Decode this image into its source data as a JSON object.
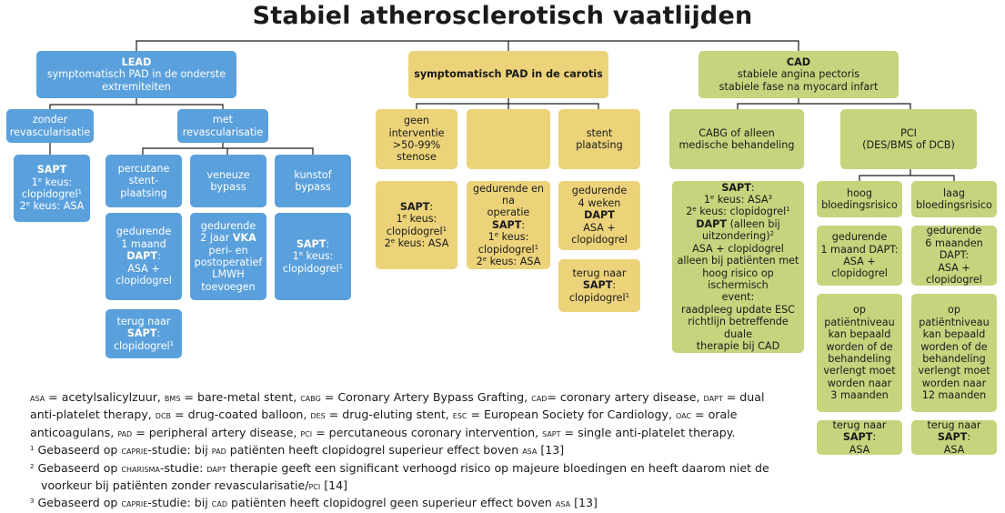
{
  "title": "Stabiel atherosclerotisch vaatlijden",
  "colors": {
    "lead": "#5aa0dc",
    "carotis": "#ecd37a",
    "cad": "#c6d47e",
    "connector": "#1a1a1a"
  },
  "nodes": {
    "lead": {
      "color": "blue",
      "html": "<b>LEAD</b>\nsymptomatisch PAD in de onderste extremiteiten"
    },
    "lead_zonder": {
      "color": "blue",
      "html": "zonder\nrevascularisatie"
    },
    "lead_met": {
      "color": "blue",
      "html": "met\nrevascularisatie"
    },
    "lead_zonder_sapt": {
      "color": "blue",
      "html": "<b>SAPT</b>\n1<sup>e</sup> keus:\nclopidogrel<sup>1</sup>\n2<sup>e</sup> keus: ASA"
    },
    "lead_percutane": {
      "color": "blue",
      "html": "percutane\nstent-\nplaatsing"
    },
    "lead_veneuze": {
      "color": "blue",
      "html": "veneuze\nbypass"
    },
    "lead_kunstof": {
      "color": "blue",
      "html": "kunstof\nbypass"
    },
    "lead_perc_dapt": {
      "color": "blue",
      "html": "gedurende\n1 maand\n<b>DAPT</b>:\nASA +\nclopidogrel"
    },
    "lead_ven_vka": {
      "color": "blue",
      "html": "gedurende\n2 jaar <b>VKA</b>\nperi- en\npostoperatief\nLMWH\ntoevoegen"
    },
    "lead_kun_sapt": {
      "color": "blue",
      "html": "<b>SAPT</b>:\n1<sup>e</sup> keus:\nclopidogrel<sup>1</sup>"
    },
    "lead_perc_terug": {
      "color": "blue",
      "html": "terug naar\n<b>SAPT</b>:\nclopidogrel<sup>1</sup>"
    },
    "carotis": {
      "color": "yellow",
      "html": "<b>symptomatisch PAD in de carotis</b>"
    },
    "car_geen": {
      "color": "yellow",
      "html": "geen\ninterventie\n>50-99%\nstenose"
    },
    "car_mid": {
      "color": "yellow",
      "html": ""
    },
    "car_stent": {
      "color": "yellow",
      "html": "stent\nplaatsing"
    },
    "car_geen_sapt": {
      "color": "yellow",
      "html": "<b>SAPT</b>:\n1<sup>e</sup> keus:\nclopidogrel<sup>1</sup>\n2<sup>e</sup> keus: ASA"
    },
    "car_mid_sapt": {
      "color": "yellow",
      "html": "gedurende en na\noperatie <b>SAPT</b>:\n1<sup>e</sup> keus:\nclopidogrel<sup>1</sup>\n2<sup>e</sup> keus: ASA"
    },
    "car_stent_dapt": {
      "color": "yellow",
      "html": "gedurende\n4 weken <b>DAPT</b>\nASA +\nclopidogrel"
    },
    "car_stent_terug": {
      "color": "yellow",
      "html": "terug naar\n<b>SAPT</b>:\nclopidogrel<sup>1</sup>"
    },
    "cad": {
      "color": "green",
      "html": "<b>CAD</b>\nstabiele angina pectoris\nstabiele fase na myocard infart"
    },
    "cad_cabg": {
      "color": "green",
      "html": "CABG of alleen\nmedische behandeling"
    },
    "cad_pci": {
      "color": "green",
      "html": "PCI\n(DES/BMS of DCB)"
    },
    "cad_cabg_sapt": {
      "color": "green",
      "html": "<b>SAPT</b>:\n1<sup>e</sup> keus: ASA<sup>3</sup>\n2<sup>e</sup> keus: clopidogrel<sup>1</sup>\n<b>DAPT</b> (alleen bij\nuitzondering)<sup>2</sup>\nASA + clopidogrel\nalleen bij patiënten met\nhoog risico op ischermisch\nevent:\nraadpleeg update ESC\nrichtlijn betreffende duale\ntherapie bij CAD"
    },
    "cad_hoog": {
      "color": "green",
      "html": "hoog\nbloedingsrisico"
    },
    "cad_laag": {
      "color": "green",
      "html": "laag\nbloedingsrisico"
    },
    "cad_hoog_dapt": {
      "color": "green",
      "html": "gedurende\n1 maand DAPT:\nASA + clopidogrel"
    },
    "cad_laag_dapt": {
      "color": "green",
      "html": "gedurende\n6 maanden DAPT:\nASA + clopidogrel"
    },
    "cad_hoog_patient": {
      "color": "green",
      "html": "op patiëntniveau\nkan bepaald\nworden of de\nbehandeling\nverlengt moet\nworden naar\n3 maanden"
    },
    "cad_laag_patient": {
      "color": "green",
      "html": "op patiëntniveau\nkan bepaald\nworden of de\nbehandeling\nverlengt moet\nworden naar\n12 maanden"
    },
    "cad_hoog_terug": {
      "color": "green",
      "html": "terug naar <b>SAPT</b>:\nASA"
    },
    "cad_laag_terug": {
      "color": "green",
      "html": "terug naar <b>SAPT</b>:\nASA"
    }
  },
  "footer": {
    "abbreviations": "<span class=\"sc\">ASA</span> = acetylsalicylzuur, <span class=\"sc\">BMS</span> = bare-metal stent, <span class=\"sc\">CABG</span> = Coronary Artery Bypass Grafting, <span class=\"sc\">CAD</span>= coronary artery disease, <span class=\"sc\">DAPT</span> = dual anti-platelet therapy, <span class=\"sc\">DCB</span> = drug-coated balloon, <span class=\"sc\">DES</span> = drug-eluting stent, <span class=\"sc\">ESC</span> = European Society for Cardiology, <span class=\"sc\">OAC</span> = orale anticoagulans, <span class=\"sc\">PAD</span> = peripheral artery disease, <span class=\"sc\">PCI</span> = percutaneous coronary intervention, <span class=\"sc\">SAPT</span> = single anti-platelet therapy.",
    "note1": "<sup>1</sup> Gebaseerd op <span class=\"sc\">CAPRIE</span>-studie: bij <span class=\"sc\">PAD</span> patiënten heeft clopidogrel superieur effect boven <span class=\"sc\">ASA</span> [13]",
    "note2": "<sup>2</sup> Gebaseerd op <span class=\"sc\">CHARISMA</span>-studie: <span class=\"sc\">DAPT</span> therapie geeft een significant verhoogd risico op majeure bloedingen en heeft daarom niet de voorkeur bij patiënten zonder revascularisatie/<span class=\"sc\">PCI</span> [14]",
    "note3": "<sup>3</sup> Gebaseerd op <span class=\"sc\">CAPRIE</span>-studie: bij <span class=\"sc\">CAD</span> patiënten heeft clopidogrel geen superieur effect boven <span class=\"sc\">ASA</span> [13]"
  }
}
